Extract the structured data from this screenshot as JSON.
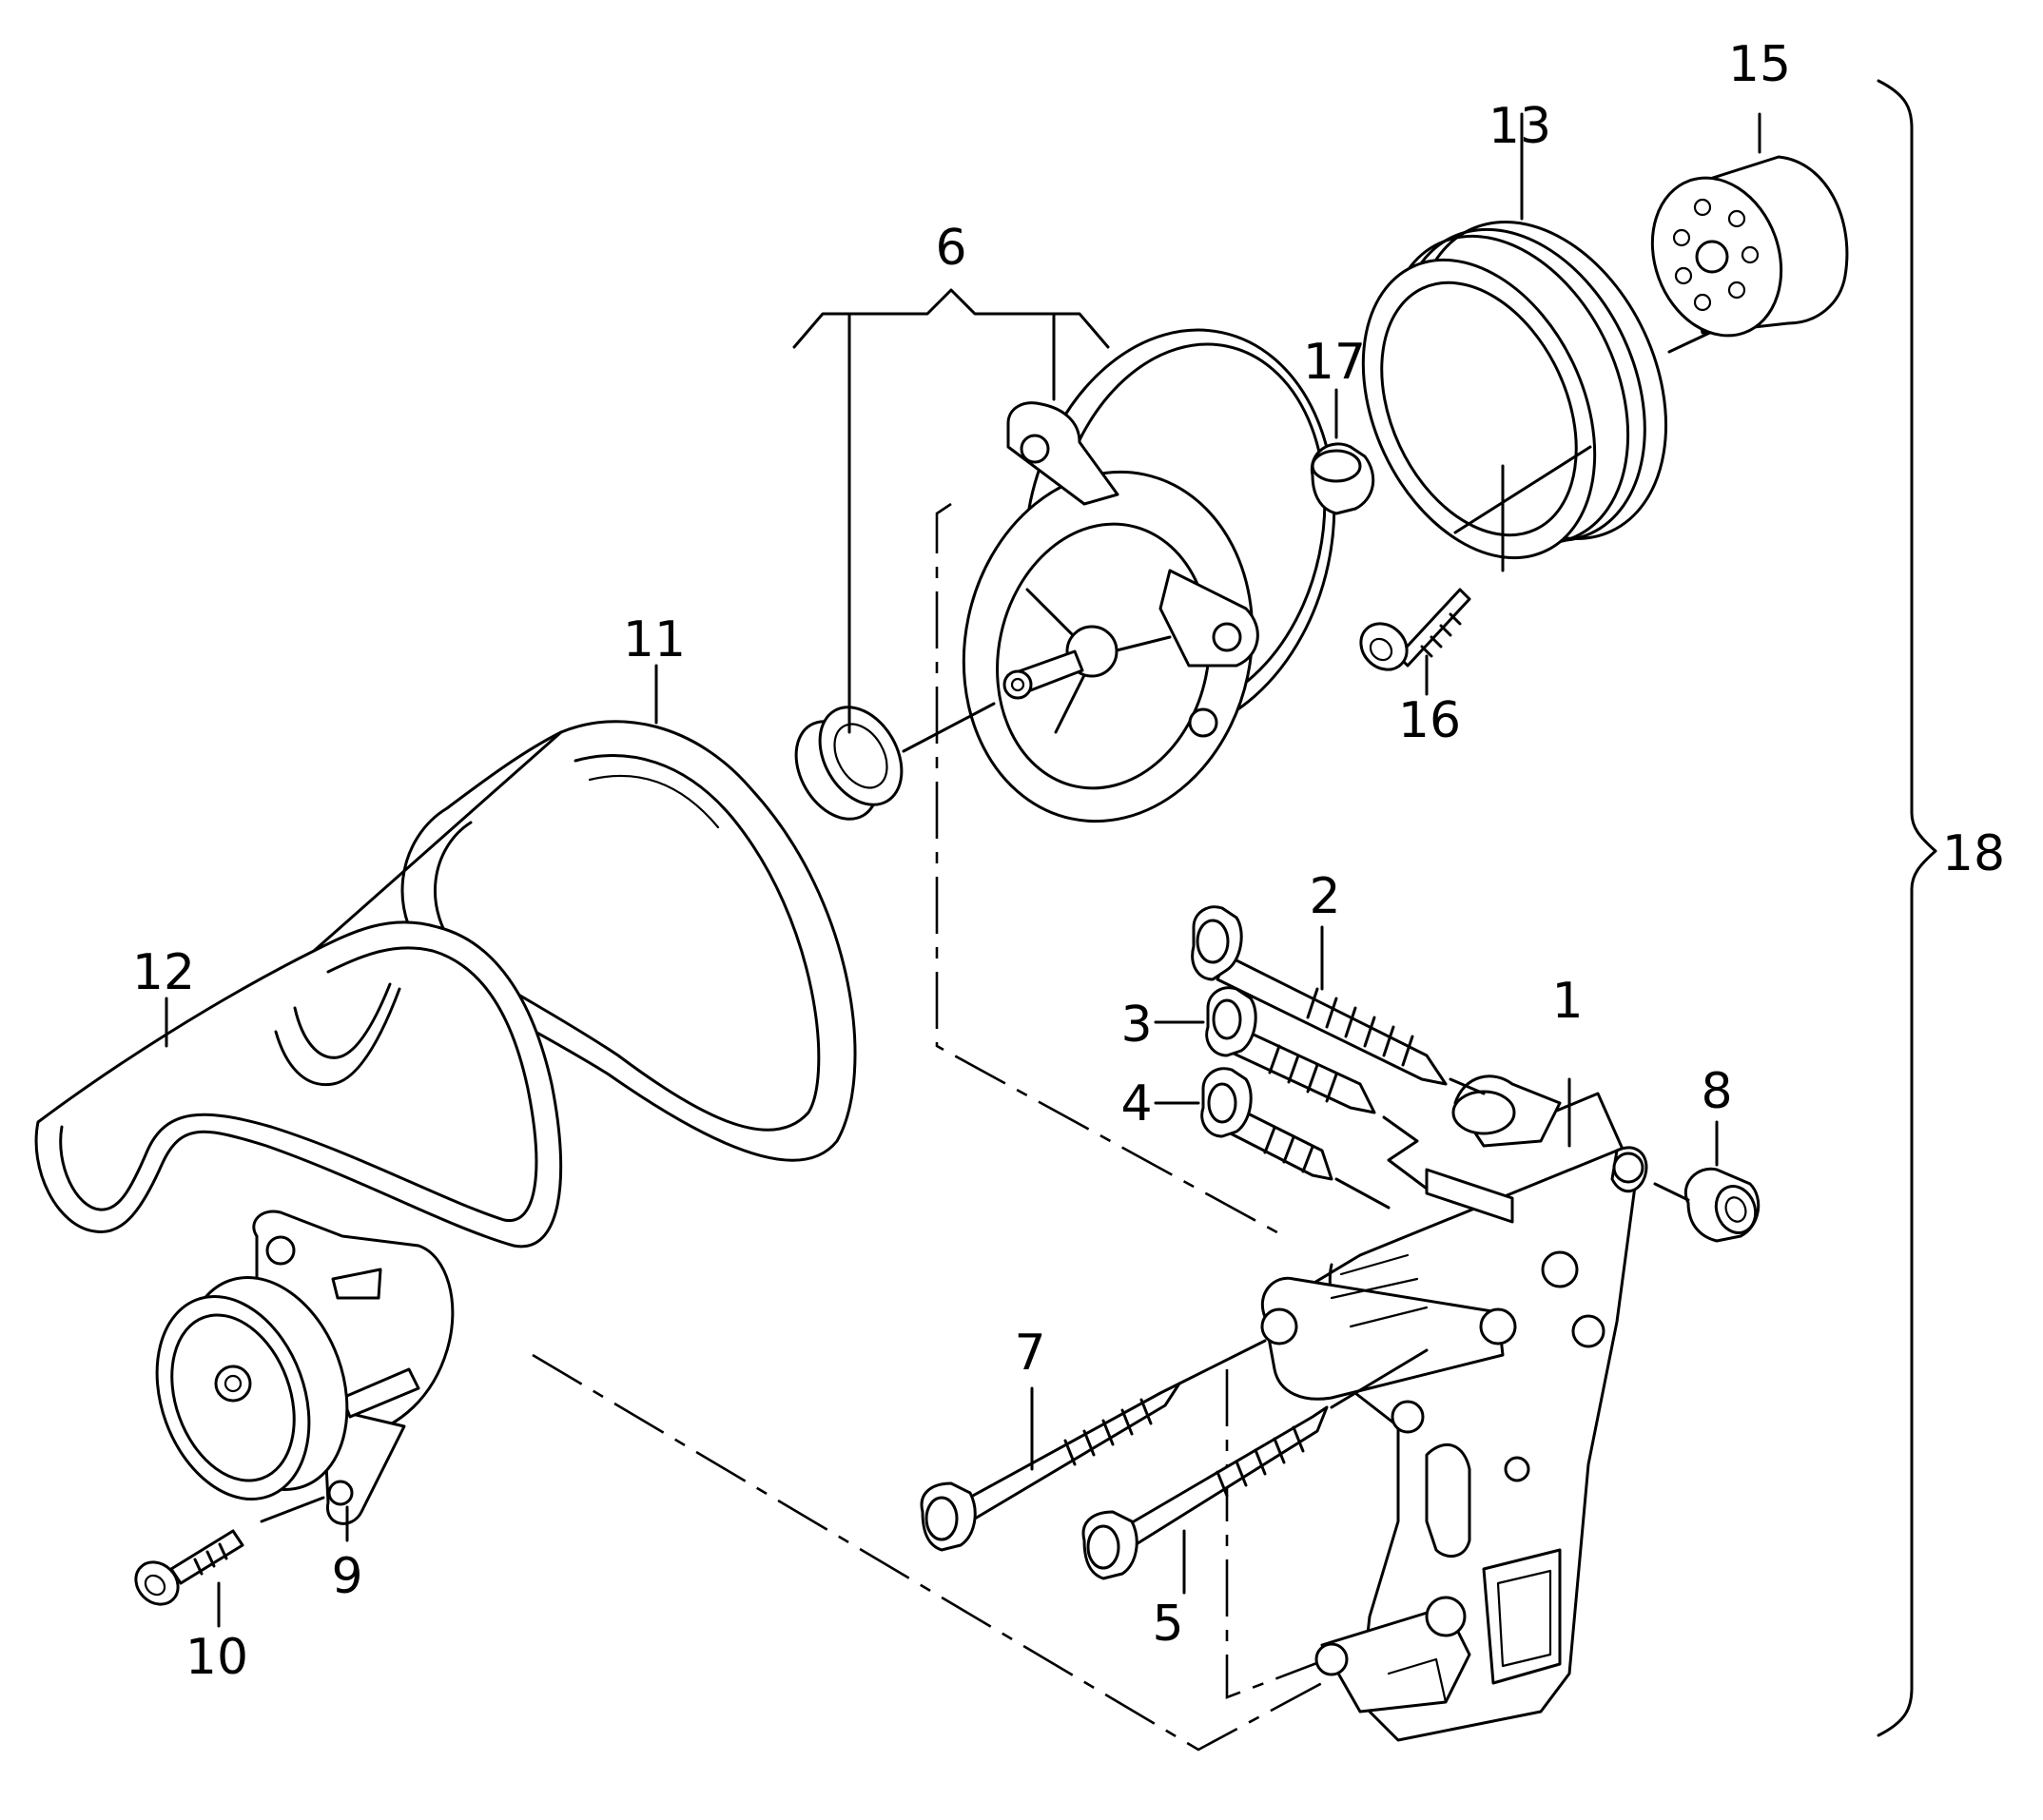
{
  "callouts": {
    "bracket_bracket": "1",
    "bolt_long_top": "2",
    "bolt_mid_a": "3",
    "bolt_mid_b": "4",
    "bolt_lower_right": "5",
    "alternator_assembly": "6",
    "bolt_lower_left": "7",
    "bushing": "8",
    "tensioner": "9",
    "tensioner_bolt": "10",
    "ribbed_belt_main": "11",
    "ribbed_belt_second": "12",
    "pulley": "13",
    "freewheel": "15",
    "pulley_bolt": "16",
    "cap": "17",
    "kit_bracket": "18"
  },
  "colors": {
    "line": "#000000",
    "background": "#ffffff"
  }
}
